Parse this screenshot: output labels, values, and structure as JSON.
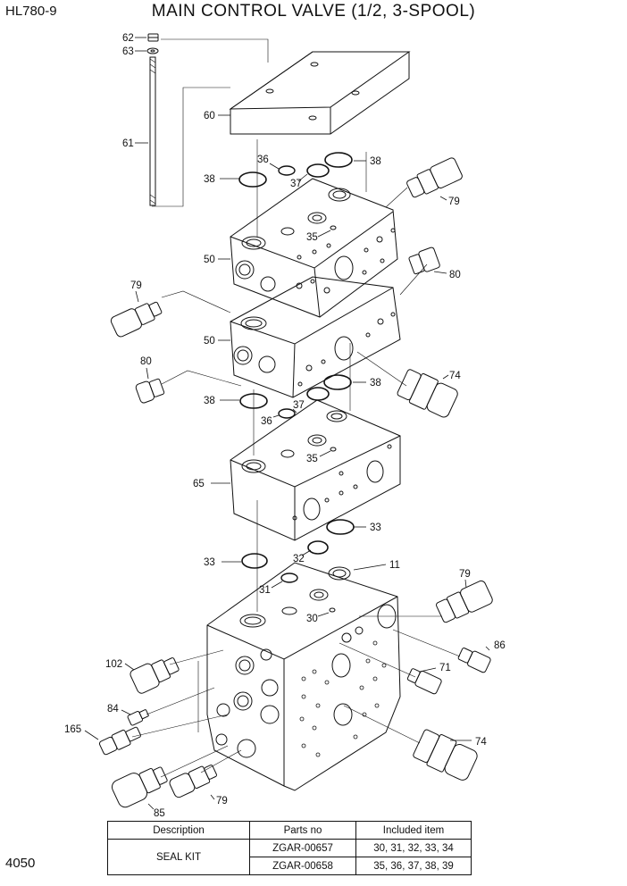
{
  "header": {
    "model": "HL780-9",
    "title": "MAIN CONTROL VALVE (1/2, 3-SPOOL)"
  },
  "page_number": "4050",
  "callouts": [
    "62",
    "63",
    "61",
    "60",
    "36",
    "38",
    "37",
    "38",
    "79",
    "35",
    "50",
    "80",
    "79",
    "50",
    "80",
    "38",
    "74",
    "37",
    "38",
    "36",
    "35",
    "65",
    "33",
    "33",
    "32",
    "11",
    "31",
    "79",
    "30",
    "102",
    "86",
    "71",
    "84",
    "165",
    "74",
    "79",
    "85"
  ],
  "table": {
    "headers": [
      "Description",
      "Parts no",
      "Included item"
    ],
    "description": "SEAL KIT",
    "rows": [
      {
        "part_no": "ZGAR-00657",
        "included": "30, 31, 32, 33, 34"
      },
      {
        "part_no": "ZGAR-00658",
        "included": "35, 36, 37, 38, 39"
      }
    ]
  }
}
